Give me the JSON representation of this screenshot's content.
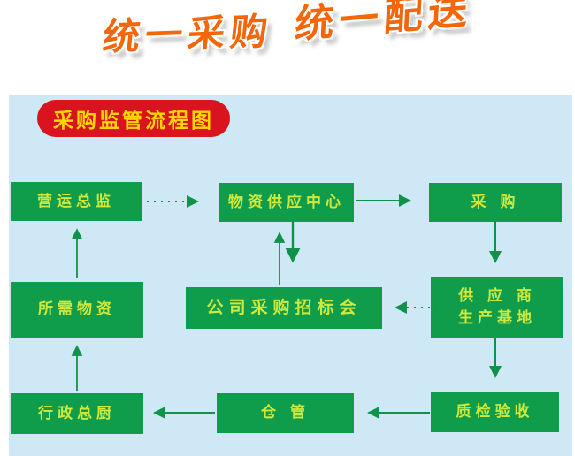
{
  "title": {
    "segment1": "统一采购",
    "segment2": "统一配送",
    "color": "#f3660a"
  },
  "panel": {
    "header": "采购监管流程图",
    "header_bg": "#d9141e",
    "header_text_color": "#ffd700",
    "bg": "#cee8f6"
  },
  "colors": {
    "node_bg": "#0f9c4b",
    "node_text": "#cfe83c",
    "arrow": "#11924a"
  },
  "nodes": [
    {
      "id": "operations-director",
      "label": "营运总监"
    },
    {
      "id": "supply-center",
      "label": "物资供应中心"
    },
    {
      "id": "procurement",
      "label": "采  购"
    },
    {
      "id": "required-materials",
      "label": "所需物资"
    },
    {
      "id": "bidding-meeting",
      "label": "公司采购招标会"
    },
    {
      "id": "supplier-base",
      "lines": [
        "供 应 商",
        "生产基地"
      ]
    },
    {
      "id": "executive-chef",
      "label": "行政总厨"
    },
    {
      "id": "warehouse",
      "label": "仓  管"
    },
    {
      "id": "quality-inspection",
      "label": "质检验收"
    }
  ],
  "edges": [
    {
      "from": "营运总监",
      "to": "物资供应中心",
      "style": "dotted",
      "direction": "right"
    },
    {
      "from": "物资供应中心",
      "to": "采购",
      "style": "solid",
      "direction": "right"
    },
    {
      "from": "所需物资",
      "to": "营运总监",
      "style": "solid",
      "direction": "up"
    },
    {
      "from": "公司采购招标会",
      "to": "物资供应中心",
      "style": "solid",
      "direction": "up"
    },
    {
      "from": "物资供应中心",
      "to": "公司采购招标会",
      "style": "solid",
      "direction": "down"
    },
    {
      "from": "采购",
      "to": "供应商生产基地",
      "style": "solid",
      "direction": "down"
    },
    {
      "from": "供应商生产基地",
      "to": "公司采购招标会",
      "style": "dotted",
      "direction": "left"
    },
    {
      "from": "行政总厨",
      "to": "所需物资",
      "style": "solid",
      "direction": "up"
    },
    {
      "from": "供应商生产基地",
      "to": "质检验收",
      "style": "solid",
      "direction": "down"
    },
    {
      "from": "质检验收",
      "to": "仓管",
      "style": "solid",
      "direction": "left"
    },
    {
      "from": "仓管",
      "to": "行政总厨",
      "style": "solid",
      "direction": "left"
    }
  ]
}
